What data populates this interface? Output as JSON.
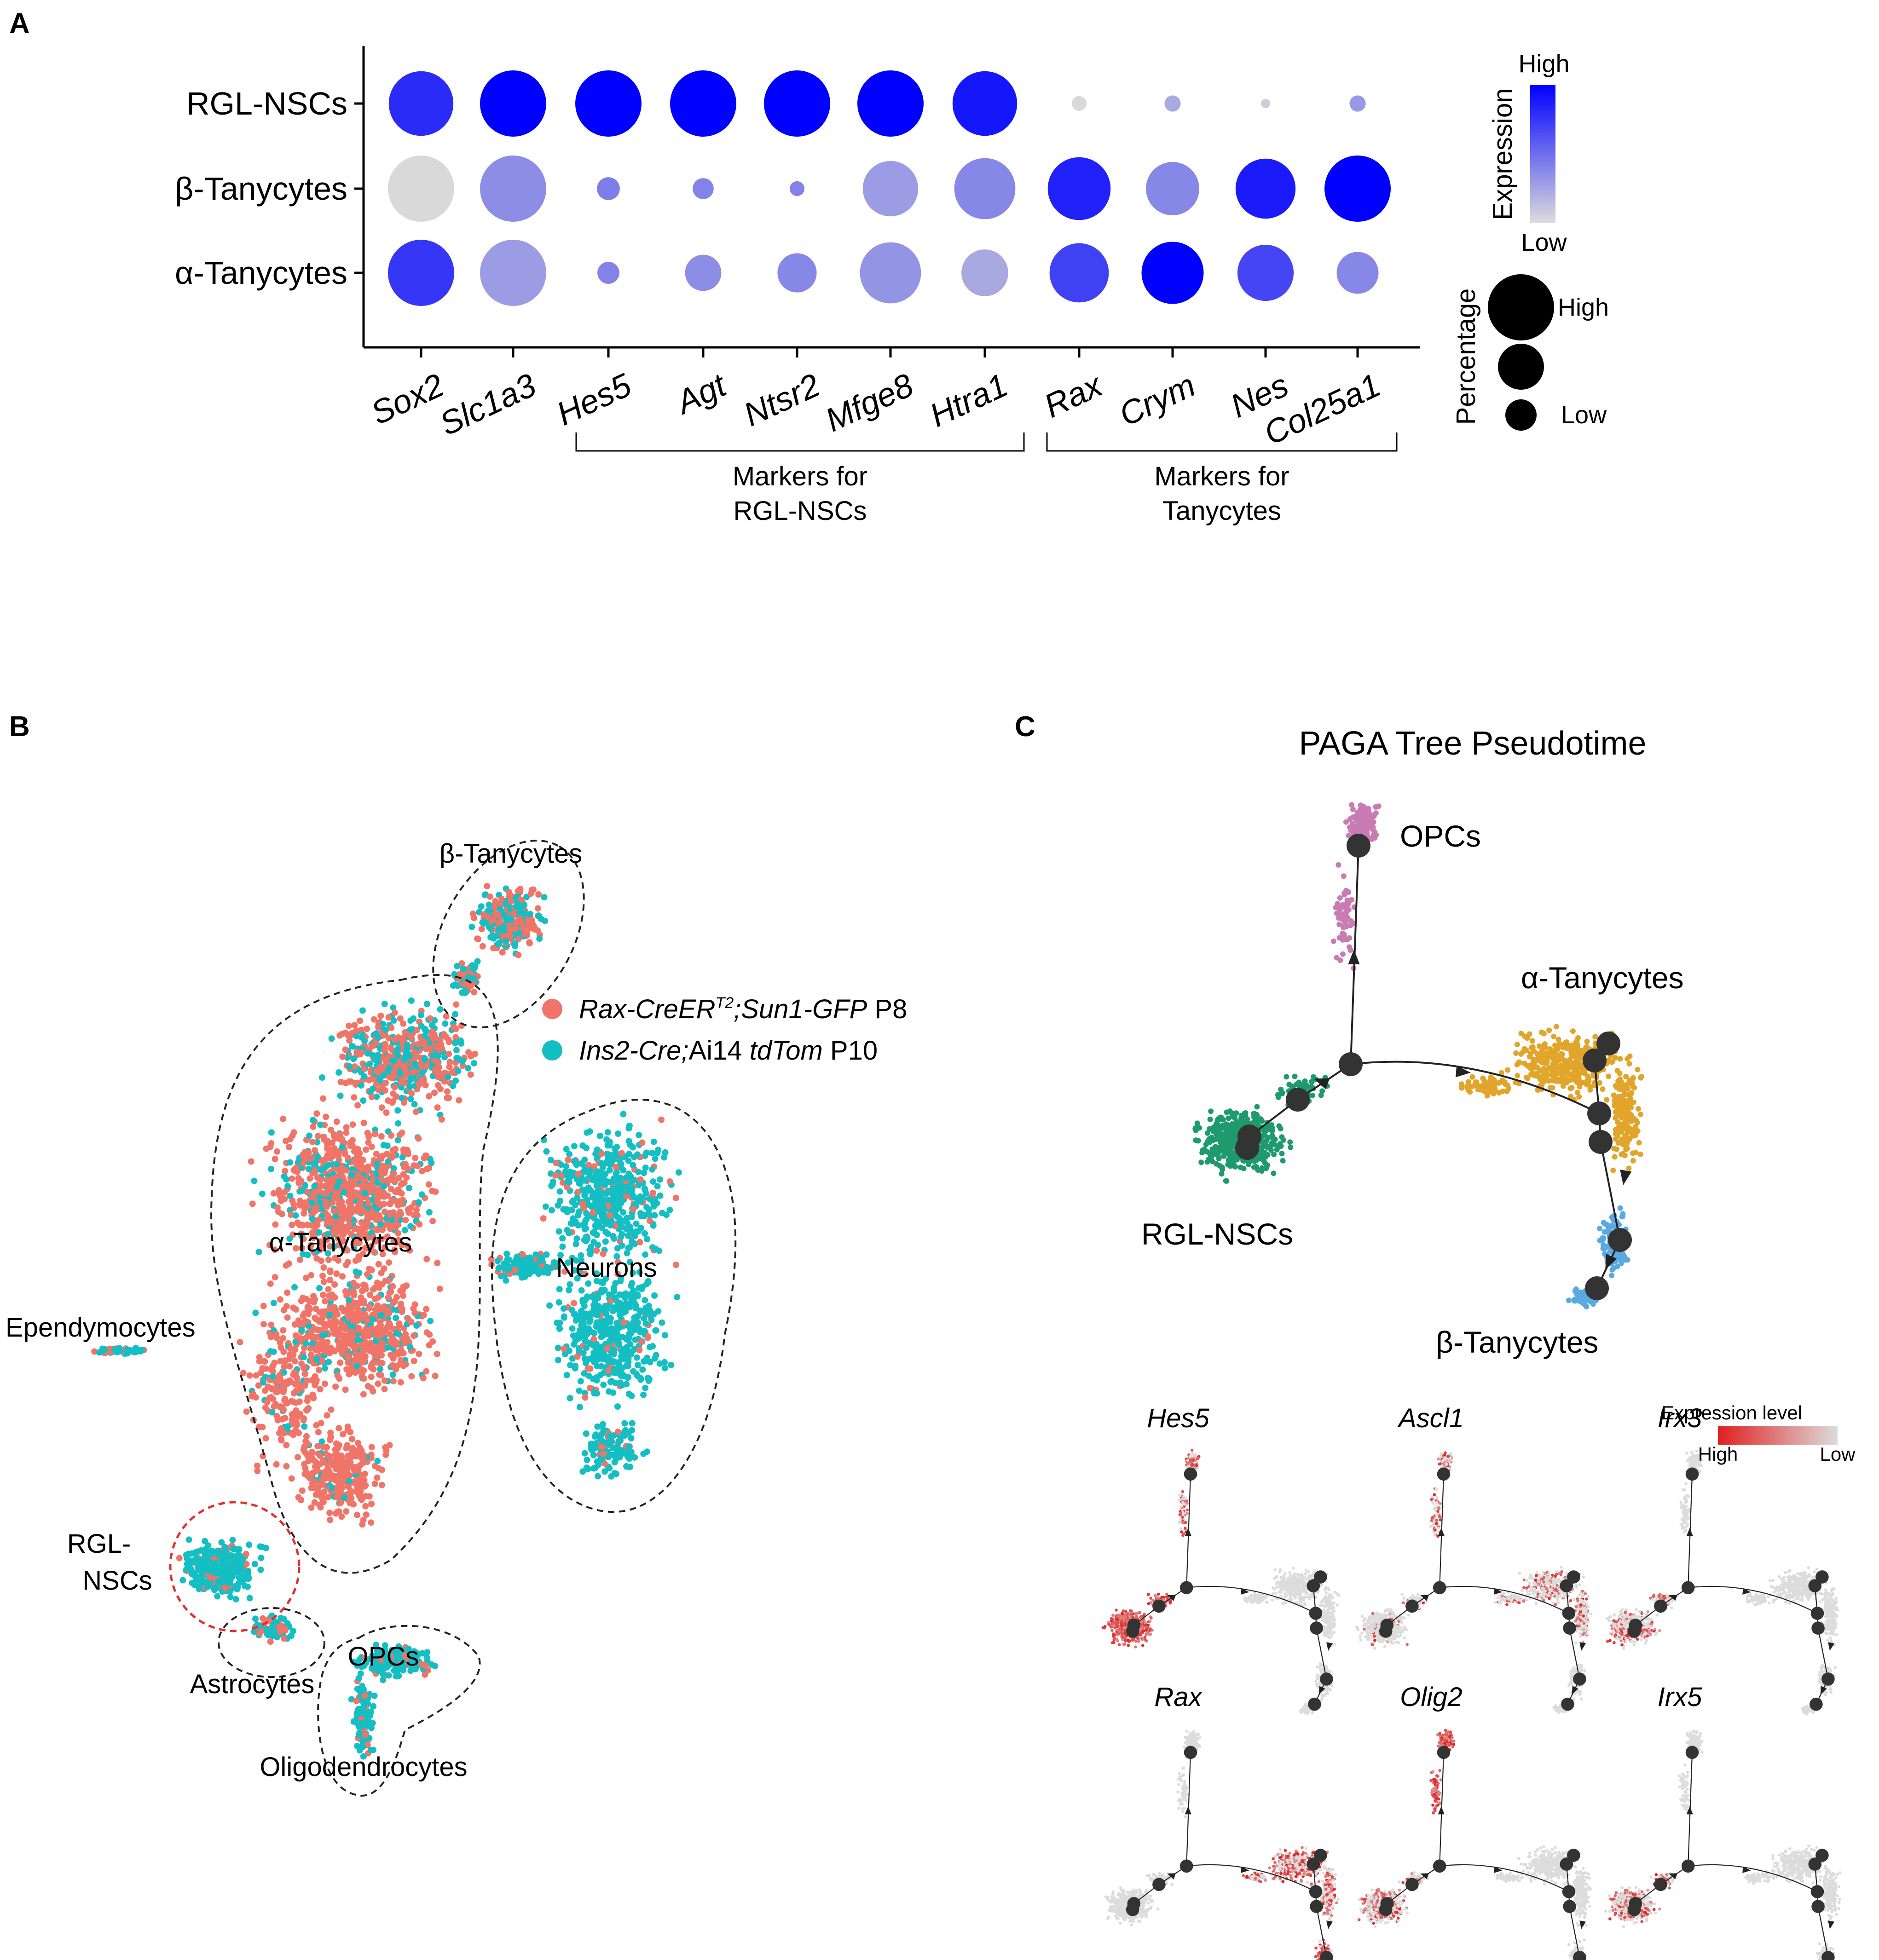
{
  "panels": {
    "a": "A",
    "b": "B",
    "c": "C"
  },
  "chart_data": [
    {
      "type": "scatter",
      "subtype": "dot-plot",
      "panel": "A",
      "rows": [
        "RGL-NSCs",
        "β-Tanycytes",
        "α-Tanycytes"
      ],
      "columns": [
        "Sox2",
        "Slc1a3",
        "Hes5",
        "Agt",
        "Ntsr2",
        "Mfge8",
        "Htra1",
        "Rax",
        "Crym",
        "Nes",
        "Col25a1"
      ],
      "expression": [
        [
          0.8,
          1.0,
          1.0,
          1.0,
          1.0,
          1.0,
          0.9,
          0.0,
          0.22,
          0.05,
          0.3
        ],
        [
          0.0,
          0.35,
          0.42,
          0.4,
          0.4,
          0.28,
          0.38,
          0.85,
          0.38,
          0.88,
          1.0
        ],
        [
          0.75,
          0.28,
          0.4,
          0.35,
          0.38,
          0.32,
          0.22,
          0.7,
          1.0,
          0.68,
          0.38
        ]
      ],
      "percentage": [
        [
          0.95,
          1.0,
          1.0,
          1.0,
          1.0,
          1.0,
          0.95,
          0.05,
          0.06,
          0.02,
          0.06
        ],
        [
          1.0,
          1.0,
          0.12,
          0.1,
          0.05,
          0.7,
          0.85,
          0.9,
          0.65,
          0.82,
          1.0
        ],
        [
          1.0,
          1.0,
          0.11,
          0.3,
          0.35,
          0.85,
          0.5,
          0.8,
          0.88,
          0.72,
          0.4
        ]
      ],
      "colors": {
        "low": "#d9d9d9",
        "high": "#0000ff"
      },
      "groups": [
        {
          "label_line1": "Markers for",
          "label_line2": "RGL-NSCs",
          "from": "Hes5",
          "to": "Htra1"
        },
        {
          "label_line1": "Markers for",
          "label_line2": "Tanycytes",
          "from": "Rax",
          "to": "Col25a1"
        }
      ],
      "legend": {
        "expression_title": "Expression",
        "expression_high": "High",
        "expression_low": "Low",
        "percentage_title": "Percentage",
        "percentage_high": "High",
        "percentage_low": "Low"
      }
    },
    {
      "type": "scatter",
      "subtype": "umap",
      "panel": "B",
      "series": [
        {
          "name_parts": [
            "Rax-CreER",
            "T2",
            ";Sun1-GFP",
            " P8"
          ],
          "color": "#f07468"
        },
        {
          "name_parts": [
            "Ins2-Cre;",
            "Ai14 ",
            "tdTom",
            " P10"
          ],
          "color": "#14bfc4"
        }
      ],
      "clusters": [
        "β-Tanycytes",
        "α-Tanycytes",
        "Neurons",
        "Ependymocytes",
        "RGL-",
        "NSCs",
        "Astrocytes",
        "OPCs",
        "Oligodendrocytes"
      ],
      "highlight_color": "#e03030"
    },
    {
      "type": "scatter",
      "subtype": "trajectory",
      "panel": "C",
      "title": "PAGA Tree Pseudotime",
      "clusters": [
        {
          "label": "OPCs",
          "color": "#c97bb4"
        },
        {
          "label": "α-Tanycytes",
          "color": "#e0a52a"
        },
        {
          "label": "RGL-NSCs",
          "color": "#1e9a6e"
        },
        {
          "label": "β-Tanycytes",
          "color": "#5aa9e0"
        }
      ],
      "node_color": "#333333"
    },
    {
      "type": "scatter",
      "subtype": "feature-plots",
      "panel": "C",
      "genes": [
        {
          "name": "Hes5",
          "hot": {
            "rgl": 1.0,
            "opc": 0.6,
            "alpha": 0.0,
            "beta": 0.0
          }
        },
        {
          "name": "Ascl1",
          "hot": {
            "rgl": 0.1,
            "opc": 0.5,
            "alpha": 0.3,
            "beta": 0.0
          }
        },
        {
          "name": "Irx3",
          "hot": {
            "rgl": 0.35,
            "opc": 0.0,
            "alpha": 0.0,
            "beta": 0.0
          }
        },
        {
          "name": "Rax",
          "hot": {
            "rgl": 0.0,
            "opc": 0.0,
            "alpha": 0.5,
            "beta": 0.8
          }
        },
        {
          "name": "Olig2",
          "hot": {
            "rgl": 0.4,
            "opc": 1.0,
            "alpha": 0.0,
            "beta": 0.0
          }
        },
        {
          "name": "Irx5",
          "hot": {
            "rgl": 0.35,
            "opc": 0.0,
            "alpha": 0.0,
            "beta": 0.0
          }
        }
      ],
      "legend": {
        "title": "Expression level",
        "high": "High",
        "low": "Low",
        "color_high": "#e02020",
        "color_low": "#dcdcdc"
      }
    }
  ]
}
